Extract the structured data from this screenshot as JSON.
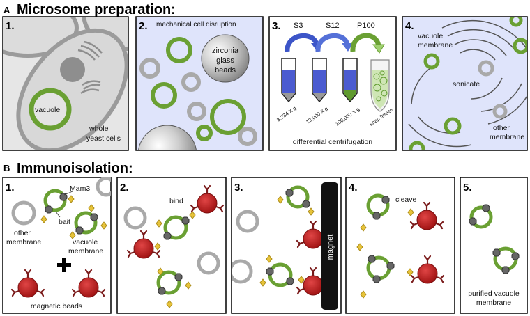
{
  "sectionA": {
    "letter": "A",
    "title": "Microsome preparation:",
    "panels": [
      {
        "num": "1.",
        "labels": {
          "vacuole": "vacuole",
          "whole1": "whole",
          "whole2": "yeast cells"
        }
      },
      {
        "num": "2.",
        "labels": {
          "title": "mechanical cell disruption",
          "beads1": "zirconia",
          "beads2": "glass",
          "beads3": "beads"
        }
      },
      {
        "num": "3.",
        "labels": {
          "s3": "S3",
          "s12": "S12",
          "p100": "P100",
          "g1": "3,234 X g",
          "g2": "12,000 X g",
          "g3": "100,000 X g",
          "freeze": "snap freeze",
          "caption": "differential centrifugation"
        }
      },
      {
        "num": "4.",
        "labels": {
          "vac1": "vacuole",
          "vac2": "membrane",
          "sonicate": "sonicate",
          "other1": "other",
          "other2": "membrane"
        }
      }
    ]
  },
  "sectionB": {
    "letter": "B",
    "title": "Immunoisolation:",
    "panels": [
      {
        "num": "1.",
        "labels": {
          "mam3": "Mam3",
          "bait": "bait",
          "other1": "other",
          "other2": "membrane",
          "vac1": "vacuole",
          "vac2": "membrane",
          "beads": "magnetic beads"
        }
      },
      {
        "num": "2.",
        "labels": {
          "bind": "bind"
        }
      },
      {
        "num": "3.",
        "labels": {
          "magnet": "magnet"
        }
      },
      {
        "num": "4.",
        "labels": {
          "cleave": "cleave"
        }
      },
      {
        "num": "5.",
        "labels": {
          "pur1": "purified vacuole",
          "pur2": "membrane"
        }
      }
    ]
  },
  "colors": {
    "panelBg": "#dfe4fb",
    "vacuole": "#6aa033",
    "otherMembrane": "#a9a9a9",
    "bead": "#c21f1f",
    "antibody": "#7a1a1a",
    "bait": "#666666",
    "tag": "#e7c33a",
    "tubeBlue": "#4b5bd0",
    "tubeGreen": "#5f9a2e"
  }
}
